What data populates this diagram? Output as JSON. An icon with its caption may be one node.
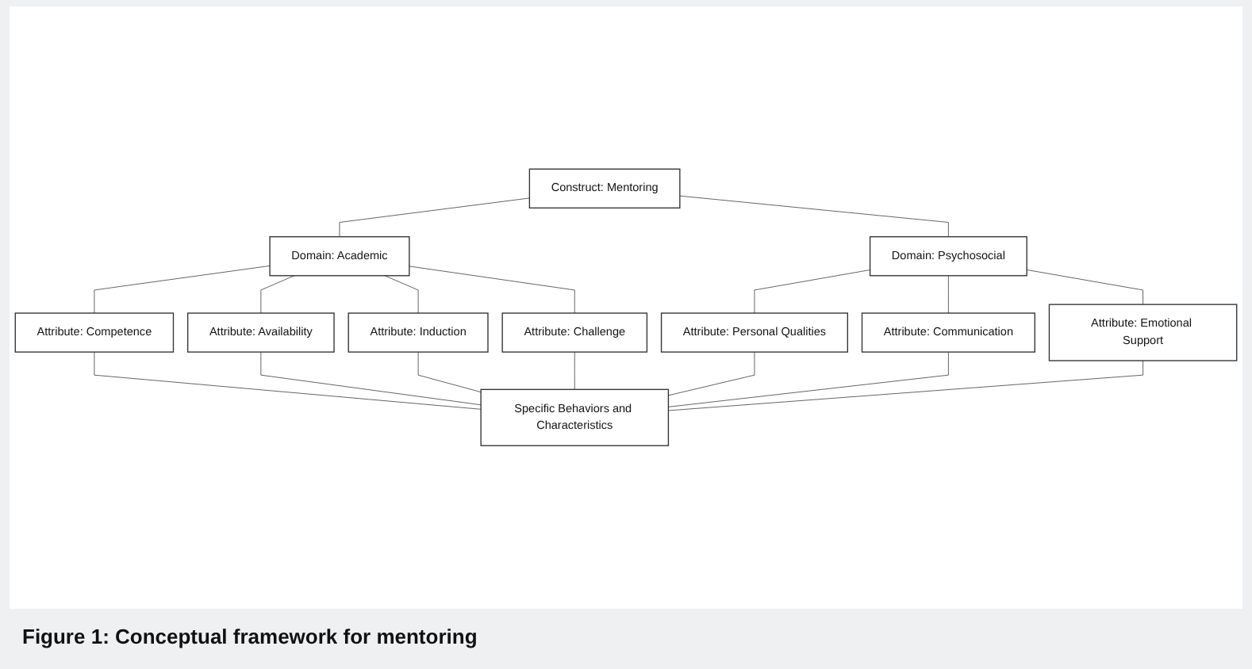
{
  "diagram": {
    "caption": "Figure 1: Conceptual framework for mentoring",
    "nodes": [
      {
        "text": [
          "Construct: Mentoring"
        ]
      },
      {
        "text": [
          "Domain: Academic"
        ]
      },
      {
        "text": [
          "Domain: Psychosocial"
        ]
      },
      {
        "text": [
          "Attribute: Competence"
        ]
      },
      {
        "text": [
          "Attribute: Availability"
        ]
      },
      {
        "text": [
          "Attribute: Induction"
        ]
      },
      {
        "text": [
          "Attribute: Challenge"
        ]
      },
      {
        "text": [
          "Attribute: Personal Qualities"
        ]
      },
      {
        "text": [
          "Attribute: Communication"
        ]
      },
      {
        "text": [
          "Attribute: Emotional Support"
        ]
      },
      {
        "text": [
          "Specific Behaviors and Characteristics"
        ]
      }
    ],
    "edges": [
      {
        "from": 0,
        "to": 1,
        "arrow": "none"
      },
      {
        "from": 0,
        "to": 2,
        "arrow": "none"
      },
      {
        "from": 1,
        "to": 3,
        "arrow": "none"
      },
      {
        "from": 1,
        "to": 4,
        "arrow": "none"
      },
      {
        "from": 1,
        "to": 5,
        "arrow": "none"
      },
      {
        "from": 1,
        "to": 6,
        "arrow": "none"
      },
      {
        "from": 2,
        "to": 7,
        "arrow": "none"
      },
      {
        "from": 2,
        "to": 8,
        "arrow": "none"
      },
      {
        "from": 2,
        "to": 9,
        "arrow": "none"
      },
      {
        "from": 3,
        "to": 10,
        "arrow": "none"
      },
      {
        "from": 4,
        "to": 10,
        "arrow": "none"
      },
      {
        "from": 5,
        "to": 10,
        "arrow": "none"
      },
      {
        "from": 6,
        "to": 10,
        "arrow": "none"
      },
      {
        "from": 7,
        "to": 10,
        "arrow": "none"
      },
      {
        "from": 8,
        "to": 10,
        "arrow": "none"
      },
      {
        "from": 9,
        "to": 10,
        "arrow": "none"
      }
    ]
  }
}
